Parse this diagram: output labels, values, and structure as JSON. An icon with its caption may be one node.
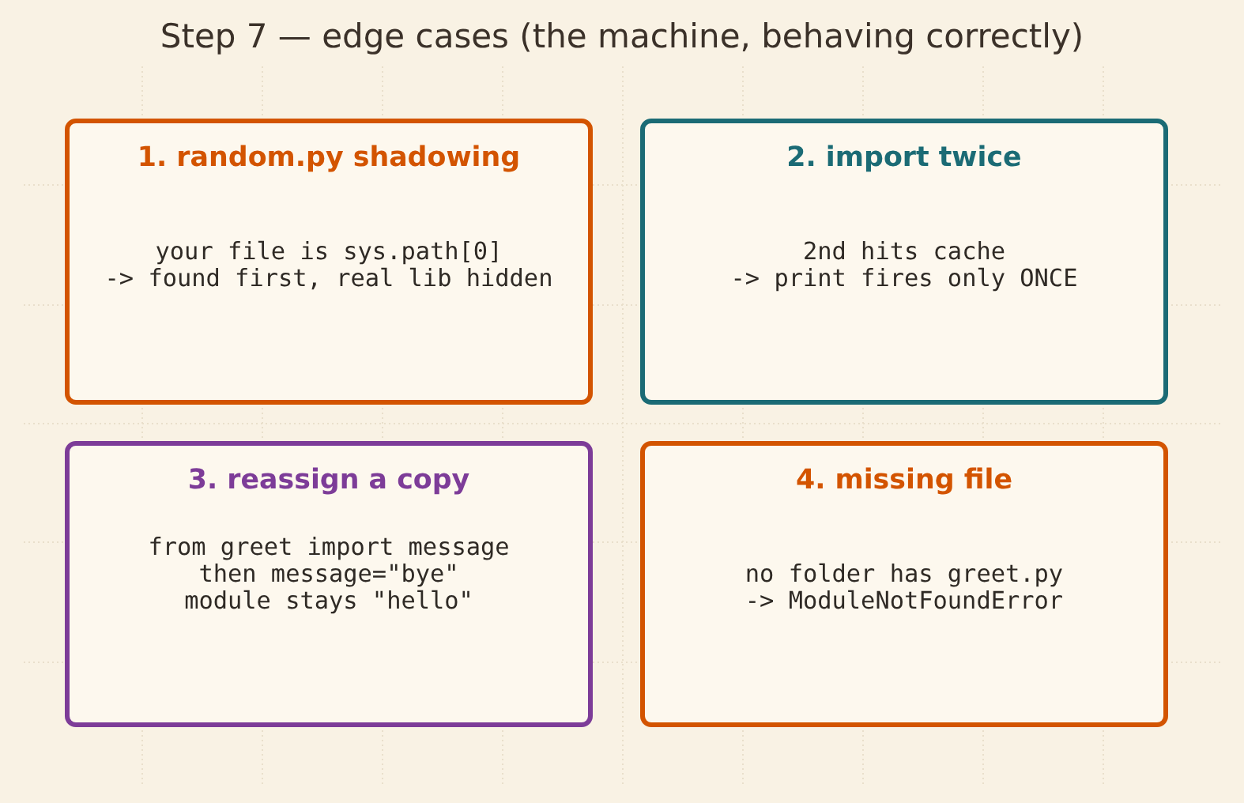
{
  "diagram": {
    "title": "Step 7 — edge cases (the machine, behaving correctly)",
    "nodes": [
      {
        "text": [
          "1. random.py shadowing",
          "your file is sys.path[0] -> found first, real lib hidden"
        ]
      },
      {
        "text": [
          "2. import twice",
          "2nd hits cache -> print fires only ONCE"
        ]
      },
      {
        "text": [
          "3. reassign a copy",
          "from greet import message then message=\"bye\" module stays \"hello\""
        ]
      },
      {
        "text": [
          "4. missing file",
          "no folder has greet.py -> ModuleNotFoundError"
        ]
      }
    ]
  }
}
